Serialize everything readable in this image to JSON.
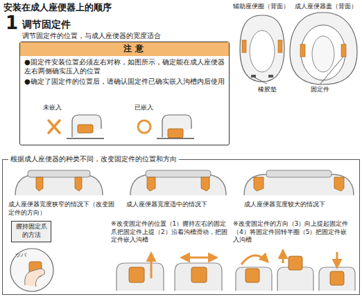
{
  "diagram": {
    "title": "安装在成人座便器上的顺序",
    "nodes": [
      {
        "text": [
          "注 意",
          "●固定件安装位置必须左右对称，如图所示，确定能在成人座便器左右两侧确实压入的位置",
          "●确定了固定件的位置后，请确认固定件已确实嵌入沟槽内后使用"
        ]
      },
      {
        "text": [
          "根据成人座便器的种类不同，改变固定件的位置和方向"
        ]
      },
      {
        "text": [
          "握持固定爪的方法"
        ],
        "in": 1
      }
    ],
    "labels": [
      "1",
      "调节固定件",
      "调节固定件的位置，与成人座便器的宽度适合",
      "辅助座便圈（背面）",
      "成人座便器盖（背面）",
      "未嵌入",
      "已嵌入",
      "橡胶垫",
      "固定件",
      "成人座便器宽度狭窄的情况下（改变固定件的方向）",
      "成人座便器宽度适中的情况下",
      "成人座便器宽度较大的情况下",
      "ツバ",
      "※改变固定件的位置（1）握持左右的固定爪把固定件上提（2）沿着沟槽滑动，把固定件嵌入沟槽",
      "※改变固定件的方向（3）向上提起固定件（4）将固定件回转半圈（5）把固定件嵌入沟槽"
    ]
  }
}
